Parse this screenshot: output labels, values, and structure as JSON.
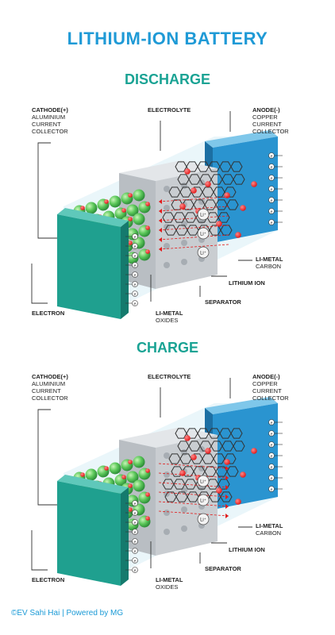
{
  "title": "LITHIUM-ION BATTERY",
  "panels": [
    {
      "name": "DISCHARGE",
      "labels": {
        "cathode_head": "CATHODE(+)",
        "cathode_sub": [
          "ALUMINIUM",
          "CURRENT",
          "COLLECTOR"
        ],
        "electrolyte": "ELECTROLYTE",
        "anode_head": "ANODE(-)",
        "anode_sub": [
          "COPPER",
          "CURRENT",
          "COLLECTOR"
        ],
        "li_metal_carbon_head": "LI-METAL",
        "li_metal_carbon_sub": "CARBON",
        "lithium_ion": "LITHIUM ION",
        "separator": "SEPARATOR",
        "electron": "ELECTRON",
        "li_metal_oxides_head": "LI-METAL",
        "li_metal_oxides_sub": "OXIDES"
      }
    },
    {
      "name": "CHARGE",
      "labels": {
        "cathode_head": "CATHODE(+)",
        "cathode_sub": [
          "ALUMINIUM",
          "CURRENT",
          "COLLECTOR"
        ],
        "electrolyte": "ELECTROLYTE",
        "anode_head": "ANODE(-)",
        "anode_sub": [
          "COPPER",
          "CURRENT",
          "COLLECTOR"
        ],
        "li_metal_carbon_head": "LI-METAL",
        "li_metal_carbon_sub": "CARBON",
        "lithium_ion": "LITHIUM ION",
        "separator": "SEPARATOR",
        "electron": "ELECTRON",
        "li_metal_oxides_head": "LI-METAL",
        "li_metal_oxides_sub": "OXIDES"
      }
    }
  ],
  "ion_symbol": "Li⁺",
  "electron_symbol": "e",
  "footer": "©EV Sahi Hai | Powered by MG",
  "colors": {
    "title": "#1f9ad6",
    "subtitle": "#1aa394",
    "cathode_plate": "#1fa08f",
    "anode_plate": "#2a94d0",
    "lithium": "#e21b1b",
    "oxide_sphere": "#5cc85a",
    "electrolyte": "#c9cdd1"
  }
}
